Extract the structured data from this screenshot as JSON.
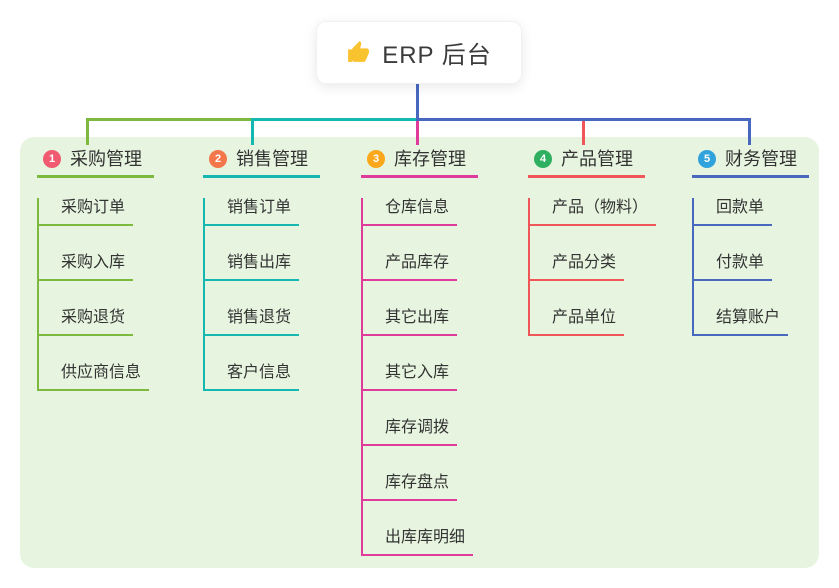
{
  "title": "ERP 后台",
  "root": {
    "icon": "thumbs-up-icon",
    "label": "ERP 后台"
  },
  "branches": [
    {
      "index": "1",
      "label": "采购管理",
      "line_color": "#7cb93e",
      "badge_color": "#f05b72",
      "items": [
        "采购订单",
        "采购入库",
        "采购退货",
        "供应商信息"
      ]
    },
    {
      "index": "2",
      "label": "销售管理",
      "line_color": "#14b8b1",
      "badge_color": "#f4774c",
      "items": [
        "销售订单",
        "销售出库",
        "销售退货",
        "客户信息"
      ]
    },
    {
      "index": "3",
      "label": "库存管理",
      "line_color": "#de3b9b",
      "badge_color": "#fba81c",
      "items": [
        "仓库信息",
        "产品库存",
        "其它出库",
        "其它入库",
        "库存调拨",
        "库存盘点",
        "出库库明细"
      ]
    },
    {
      "index": "4",
      "label": "产品管理",
      "line_color": "#f05557",
      "badge_color": "#2fb061",
      "items": [
        "产品（物料）",
        "产品分类",
        "产品单位"
      ]
    },
    {
      "index": "5",
      "label": "财务管理",
      "line_color": "#4868c0",
      "badge_color": "#31a3dc",
      "items": [
        "回款单",
        "付款单",
        "结算账户"
      ]
    }
  ],
  "colors": {
    "canvas_bg": "#e7f5e0",
    "root_stem": "#4868c0",
    "root_bg": "#ffffff",
    "text": "#333333",
    "thumb_icon": "#f9c32f"
  }
}
